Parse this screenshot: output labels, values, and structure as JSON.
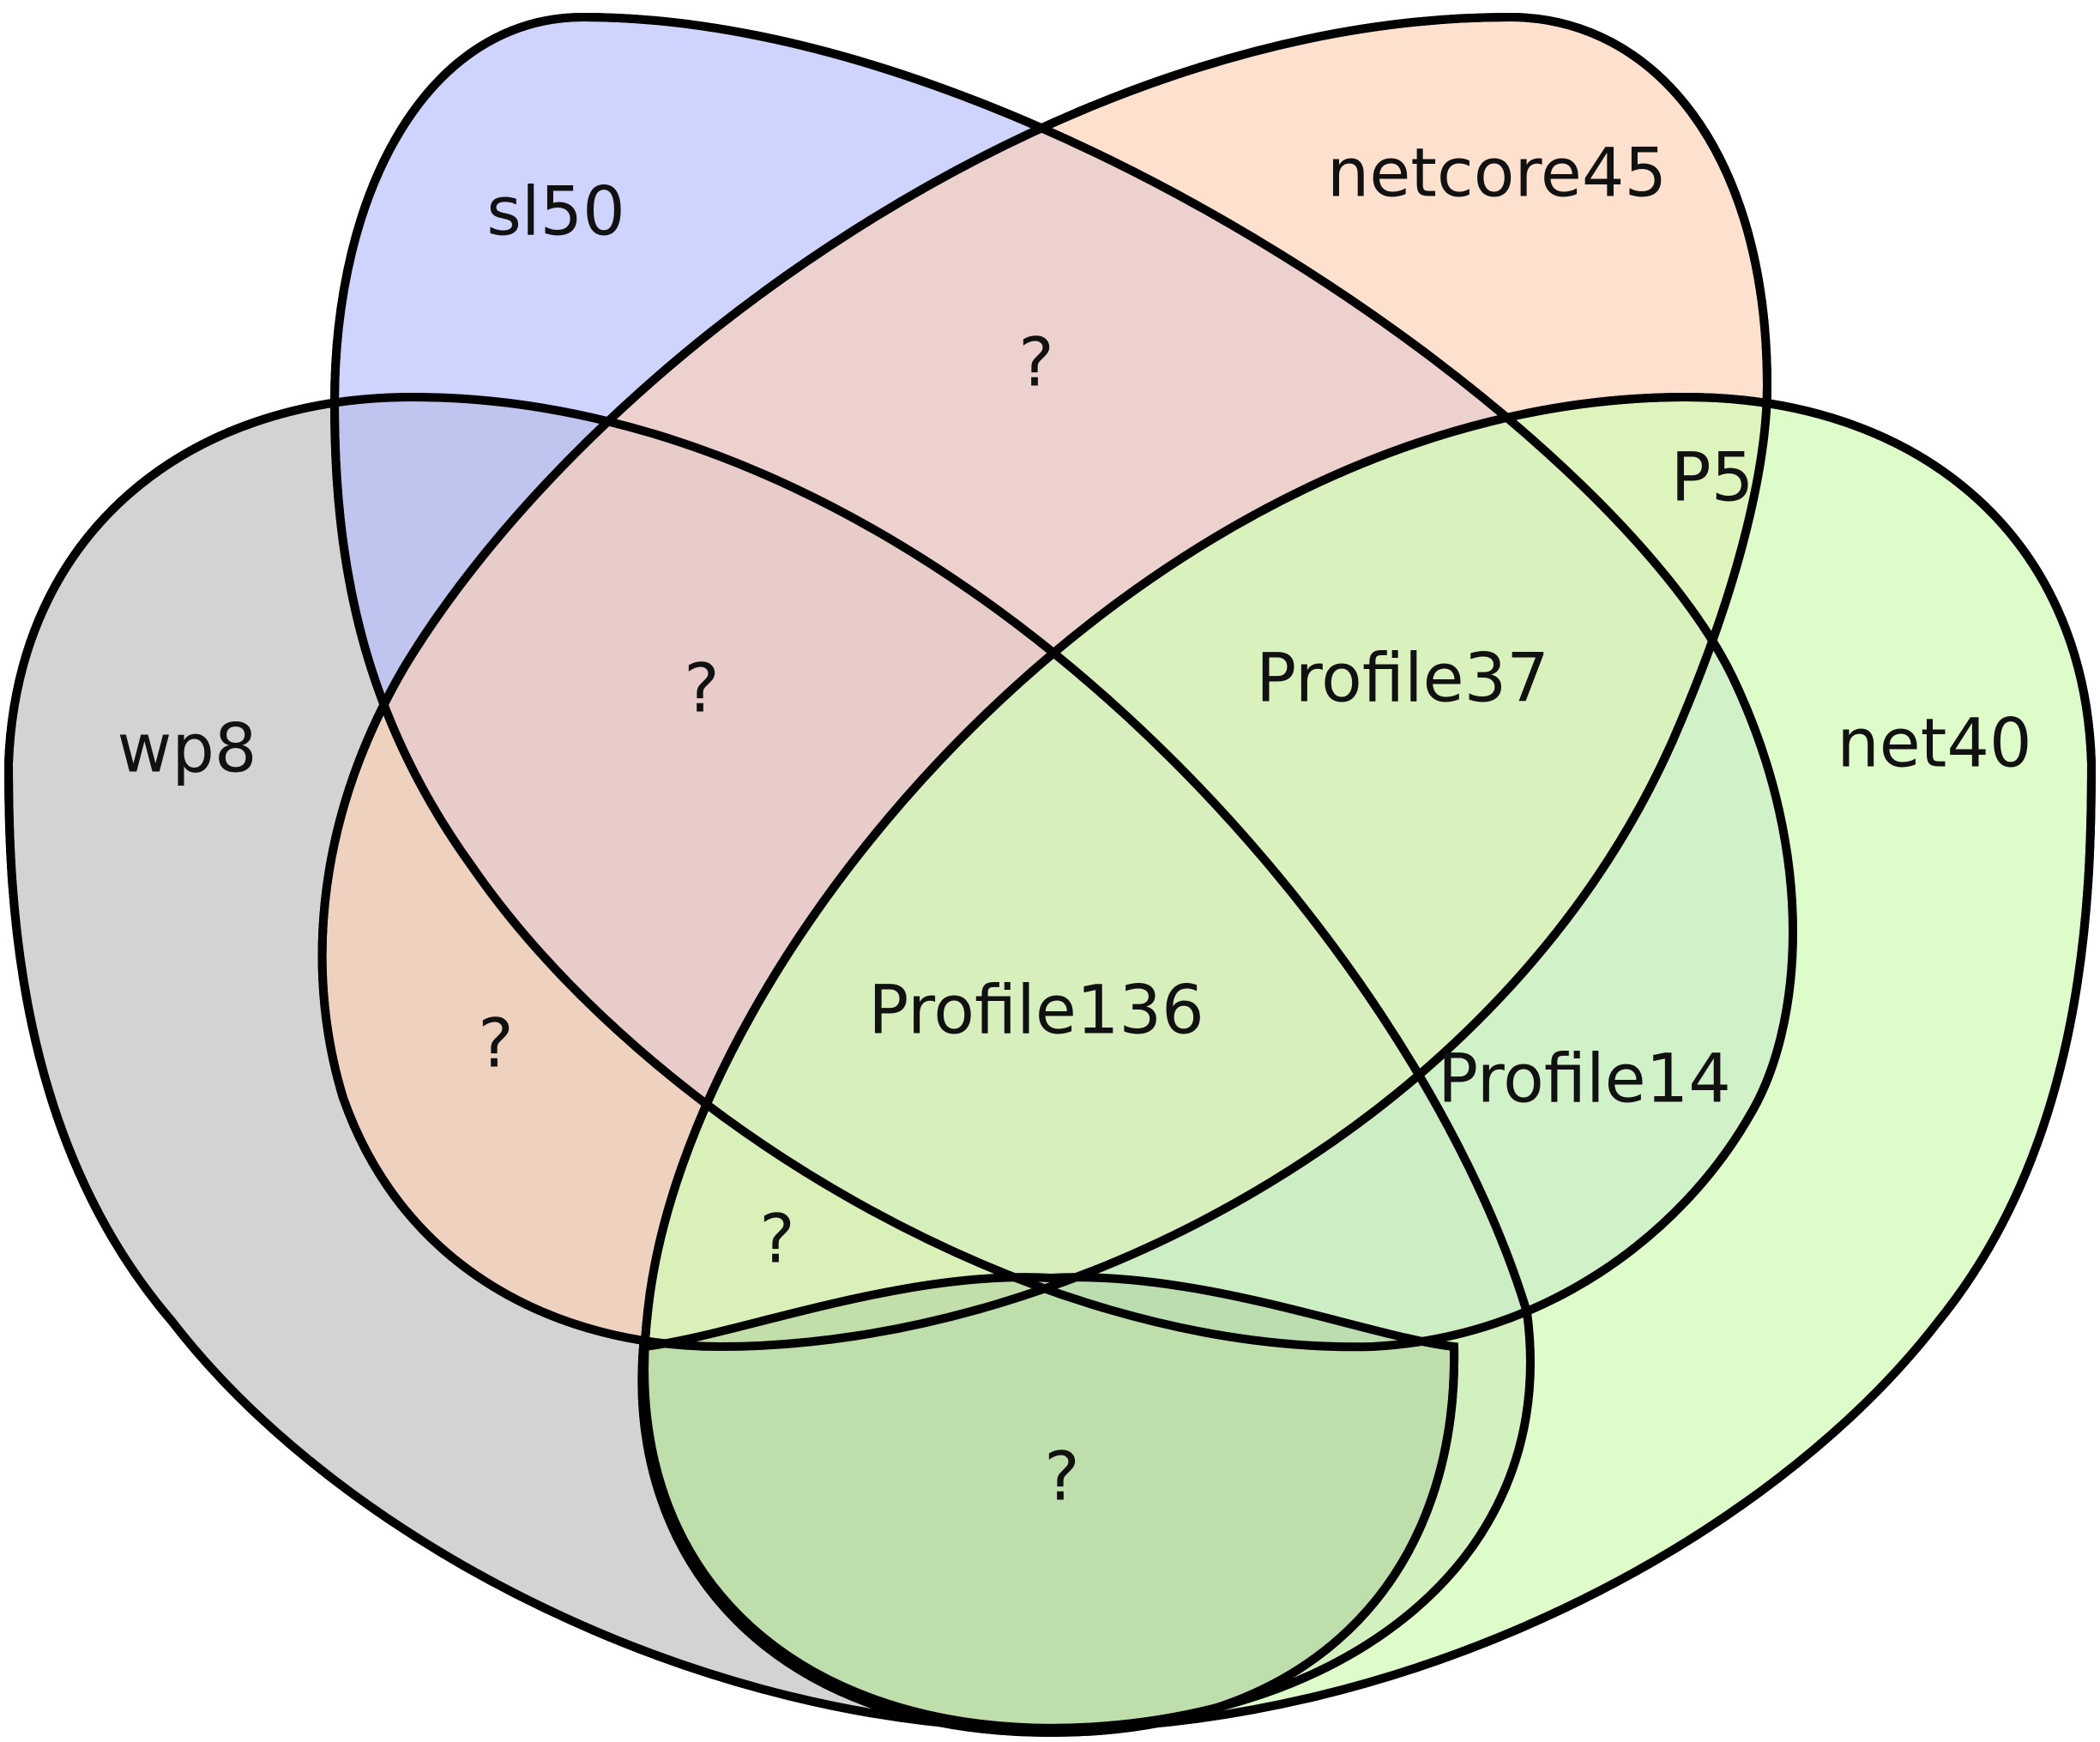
{
  "sets": [
    {
      "id": "wp8",
      "label": "wp8",
      "color": "#c4c4c4"
    },
    {
      "id": "sl50",
      "label": "sl50",
      "color": "#b3bdfd"
    },
    {
      "id": "netcore45",
      "label": "netcore45",
      "color": "#fdd0b3"
    },
    {
      "id": "net40",
      "label": "net40",
      "color": "#d2fbb7"
    },
    {
      "id": "bottom",
      "label": "",
      "color": "#a7c897"
    }
  ],
  "regions": [
    {
      "id": "sl50-netcore45",
      "label": "?"
    },
    {
      "id": "netcore45-net40",
      "label": "P5"
    },
    {
      "id": "wp8-sl50-netcore45",
      "label": "?"
    },
    {
      "id": "sl50-netcore45-net40",
      "label": "Profile37"
    },
    {
      "id": "all-four",
      "label": "Profile136"
    },
    {
      "id": "wp8-netcore45",
      "label": "?"
    },
    {
      "id": "sl50-net40",
      "label": "Profile14"
    },
    {
      "id": "lower-left",
      "label": "?"
    },
    {
      "id": "bottom-overlap",
      "label": "?"
    }
  ]
}
